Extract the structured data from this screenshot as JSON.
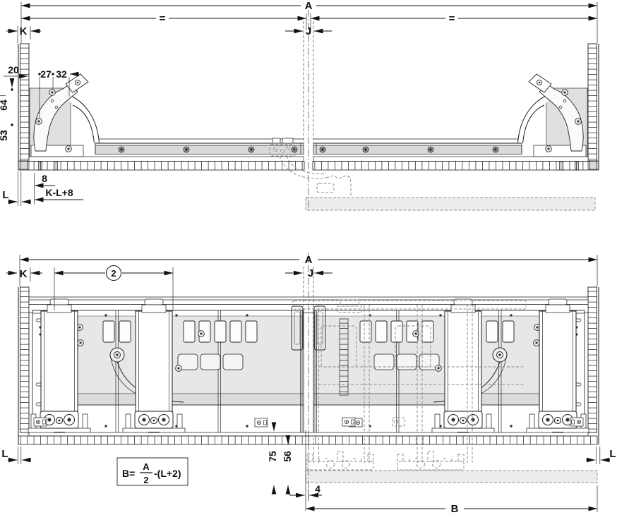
{
  "colors": {
    "line": "#1a1a1a",
    "bracket_gray": "#e0e0e0",
    "rail_gray": "#d9d9d9",
    "door_gray": "#e7e7e7",
    "phantom_gray": "#8c8c8c",
    "strip_gray": "#ececec"
  },
  "upper_view": {
    "dims": {
      "overall": "A",
      "equal_left": "=",
      "equal_right": "=",
      "reveal": "K",
      "gap": "J",
      "offset_20": "20",
      "hole_27": "27",
      "hole_32": "32",
      "height_64": "64",
      "height_53": "53",
      "offset_8": "8",
      "formula_kl8": "K-L+8",
      "thickness": "L"
    }
  },
  "lower_view": {
    "dims": {
      "overall": "A",
      "gap": "J",
      "reveal": "K",
      "bolt_spacing_ref": "2",
      "thickness_left": "L",
      "thickness_right": "L",
      "height_75": "75",
      "height_56": "56",
      "offset_4": "4",
      "width_b": "B"
    },
    "formula": {
      "lhs": "B=",
      "numerator": "A",
      "denominator": "2",
      "suffix": "-(L+2)"
    }
  }
}
